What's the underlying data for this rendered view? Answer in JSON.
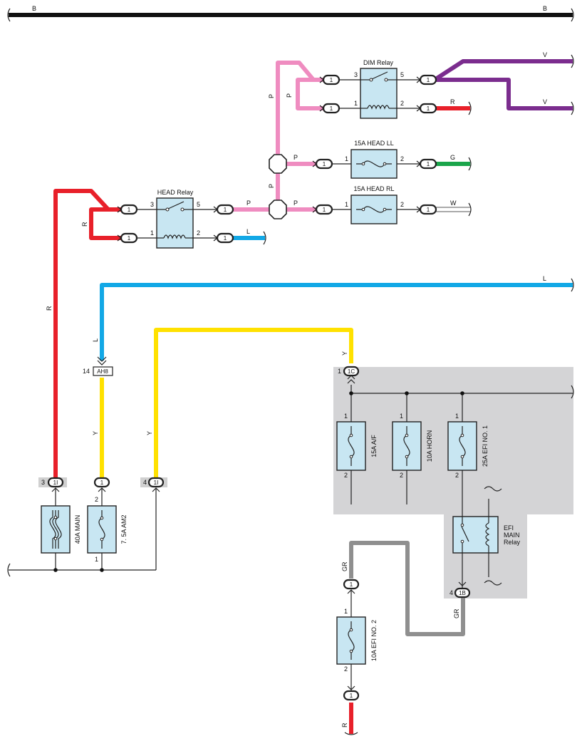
{
  "wire_colors": {
    "B": "#111111",
    "P": "#ef8cc0",
    "V": "#7b2d8e",
    "R": "#e8202a",
    "G": "#1aa54a",
    "W": "#ffffff",
    "L": "#12a8e6",
    "Y": "#ffe100",
    "GR": "#8f8f8f"
  },
  "relays": {
    "dim": {
      "label": "DIM Relay",
      "t3": "3",
      "t5": "5",
      "t1": "1",
      "t2": "2"
    },
    "head": {
      "label": "HEAD Relay",
      "t3": "3",
      "t5": "5",
      "t1": "1",
      "t2": "2"
    },
    "efi_main": {
      "label_lines": [
        "EFI",
        "MAIN",
        "Relay"
      ]
    }
  },
  "fuses": {
    "head_ll": {
      "label": "15A HEAD LL",
      "t1": "1",
      "t2": "2"
    },
    "head_rl": {
      "label": "15A HEAD RL",
      "t1": "1",
      "t2": "2"
    },
    "af": {
      "label": "15A A/F",
      "t1": "1",
      "t2": "2"
    },
    "horn": {
      "label": "10A HORN",
      "t1": "1",
      "t2": "2"
    },
    "efi_no1": {
      "label": "25A EFI NO. 1",
      "t1": "1",
      "t2": "2"
    },
    "efi_no2": {
      "label": "10A EFI NO. 2",
      "t1": "1",
      "t2": "2"
    },
    "main": {
      "label": "40A MAIN"
    },
    "am2": {
      "label": "7. 5A AM2",
      "t2": "2",
      "t1": "1"
    }
  },
  "connectors": {
    "c1": "1",
    "c1c": "1C",
    "c1c_pin": "1",
    "c1i": "1I",
    "c1i_pin_main": "3",
    "c1i_pin_y": "4",
    "c1b": "1B",
    "c1b_pin": "4",
    "ah8": "AH8",
    "ah8_pin": "14"
  },
  "wire_labels": {
    "B": "B",
    "V": "V",
    "R": "R",
    "G": "G",
    "W": "W",
    "P": "P",
    "L": "L",
    "Y": "Y",
    "GR": "GR"
  }
}
